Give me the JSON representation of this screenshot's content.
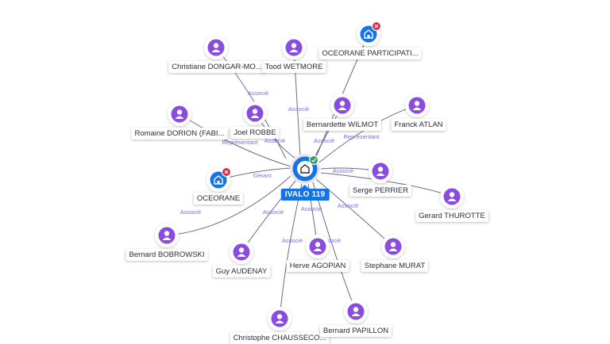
{
  "center": {
    "label": "IVALO 119"
  },
  "nodes": [
    {
      "id": "christiane",
      "label": "Christiane DONGAR-MO...",
      "type": "person"
    },
    {
      "id": "tood",
      "label": "Tood WETMORE",
      "type": "person"
    },
    {
      "id": "oceorane_part",
      "label": "OCEORANE PARTICIPATI...",
      "type": "company"
    },
    {
      "id": "romaine",
      "label": "Romaine DORION (FABI...",
      "type": "person"
    },
    {
      "id": "joel",
      "label": "Joel ROBBE",
      "type": "person"
    },
    {
      "id": "bernadette",
      "label": "Bernardette WILMOT",
      "type": "person"
    },
    {
      "id": "franck",
      "label": "Franck ATLAN",
      "type": "person"
    },
    {
      "id": "oceorane",
      "label": "OCEORANE",
      "type": "company"
    },
    {
      "id": "serge",
      "label": "Serge PERRIER",
      "type": "person"
    },
    {
      "id": "gerard",
      "label": "Gerard THUROTTE",
      "type": "person"
    },
    {
      "id": "bobrowski",
      "label": "Bernard BOBROWSKI",
      "type": "person"
    },
    {
      "id": "guy",
      "label": "Guy AUDENAY",
      "type": "person"
    },
    {
      "id": "herve",
      "label": "Herve AGOPIAN",
      "type": "person"
    },
    {
      "id": "stephane",
      "label": "Stephane MURAT",
      "type": "person"
    },
    {
      "id": "christophe",
      "label": "Christophe CHAUSSECO...",
      "type": "person"
    },
    {
      "id": "papillon",
      "label": "Bernard PAPILLON",
      "type": "person"
    }
  ],
  "edge_labels": [
    "Associé",
    "Associé",
    "Associé",
    "Représentant",
    "Associé",
    "Associé",
    "Représentant",
    "Gérant",
    "Associé",
    "Associé",
    "Associé",
    "Associé",
    "Associé",
    "Associé",
    "Associé",
    "Associé"
  ],
  "colors": {
    "person": "#8a4be0",
    "company": "#1473e6",
    "edge": "#6b6b8a",
    "edge_label": "#7a6fd6",
    "status_ok": "#2e9e4f",
    "status_closed": "#d6293f"
  }
}
